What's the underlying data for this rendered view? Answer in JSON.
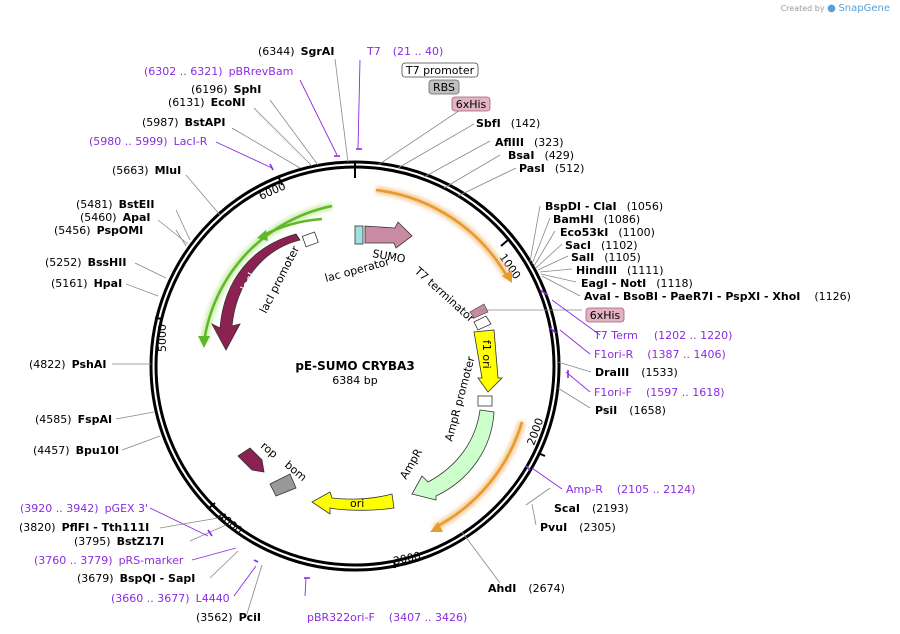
{
  "plasmid": {
    "name": "pE-SUMO CRYBA3",
    "length": "6384 bp"
  },
  "credit": {
    "prefix": "Created by",
    "brand": "SnapGene"
  },
  "ticks": [
    "1000",
    "2000",
    "3000",
    "4000",
    "5000",
    "6000"
  ],
  "sites": {
    "SgrAI": {
      "name": "SgrAI",
      "pos": "(6344)"
    },
    "SphI": {
      "name": "SphI",
      "pos": "(6196)"
    },
    "EcoNI": {
      "name": "EcoNI",
      "pos": "(6131)"
    },
    "BstAPI": {
      "name": "BstAPI",
      "pos": "(5987)"
    },
    "MluI": {
      "name": "MluI",
      "pos": "(5663)"
    },
    "BstEII": {
      "name": "BstEII",
      "pos": "(5481)"
    },
    "ApaI": {
      "name": "ApaI",
      "pos": "(5460)"
    },
    "PspOMI": {
      "name": "PspOMI",
      "pos": "(5456)"
    },
    "BssHII": {
      "name": "BssHII",
      "pos": "(5252)"
    },
    "HpaI": {
      "name": "HpaI",
      "pos": "(5161)"
    },
    "PshAI": {
      "name": "PshAI",
      "pos": "(4822)"
    },
    "FspAI": {
      "name": "FspAI",
      "pos": "(4585)"
    },
    "Bpu10I": {
      "name": "Bpu10I",
      "pos": "(4457)"
    },
    "PflFI": {
      "name": "PflFI - Tth111I",
      "pos": "(3820)"
    },
    "BstZ17I": {
      "name": "BstZ17I",
      "pos": "(3795)"
    },
    "BspQI": {
      "name": "BspQI - SapI",
      "pos": "(3679)"
    },
    "PciI": {
      "name": "PciI",
      "pos": "(3562)"
    },
    "SbfI": {
      "name": "SbfI",
      "pos": "(142)"
    },
    "AflIII": {
      "name": "AflIII",
      "pos": "(323)"
    },
    "BsaI": {
      "name": "BsaI",
      "pos": "(429)"
    },
    "PasI": {
      "name": "PasI",
      "pos": "(512)"
    },
    "BspDI": {
      "name": "BspDI - ClaI",
      "pos": "(1056)"
    },
    "BamHI": {
      "name": "BamHI",
      "pos": "(1086)"
    },
    "Eco53kI": {
      "name": "Eco53kI",
      "pos": "(1100)"
    },
    "SacI": {
      "name": "SacI",
      "pos": "(1102)"
    },
    "SalI": {
      "name": "SalI",
      "pos": "(1105)"
    },
    "HindIII": {
      "name": "HindIII",
      "pos": "(1111)"
    },
    "EagI": {
      "name": "EagI - NotI",
      "pos": "(1118)"
    },
    "AvaI": {
      "name": "AvaI - BsoBI - PaeR7I - PspXI - XhoI",
      "pos": "(1126)"
    },
    "DraIII": {
      "name": "DraIII",
      "pos": "(1533)"
    },
    "PsiI": {
      "name": "PsiI",
      "pos": "(1658)"
    },
    "ScaI": {
      "name": "ScaI",
      "pos": "(2193)"
    },
    "PvuI": {
      "name": "PvuI",
      "pos": "(2305)"
    },
    "AhdI": {
      "name": "AhdI",
      "pos": "(2674)"
    }
  },
  "primers": {
    "T7": {
      "name": "T7",
      "range": "(21 .. 40)"
    },
    "pBRrevBam": {
      "name": "pBRrevBam",
      "range": "(6302 .. 6321)"
    },
    "LacIR": {
      "name": "LacI-R",
      "range": "(5980 .. 5999)"
    },
    "T7Term": {
      "name": "T7 Term",
      "range": "(1202 .. 1220)"
    },
    "F1oriR": {
      "name": "F1ori-R",
      "range": "(1387 .. 1406)"
    },
    "F1oriF": {
      "name": "F1ori-F",
      "range": "(1597 .. 1618)"
    },
    "AmpR": {
      "name": "Amp-R",
      "range": "(2105 .. 2124)"
    },
    "pGEX3": {
      "name": "pGEX 3'",
      "range": "(3920 .. 3942)"
    },
    "pRSmarker": {
      "name": "pRS-marker",
      "range": "(3760 .. 3779)"
    },
    "L4440": {
      "name": "L4440",
      "range": "(3660 .. 3677)"
    },
    "pBR322oriF": {
      "name": "pBR322ori-F",
      "range": "(3407 .. 3426)"
    }
  },
  "boxes": {
    "t7promoter": "T7 promoter",
    "rbs": "RBS",
    "his_top": "6xHis",
    "his_right": "6xHis"
  },
  "features": {
    "sumo": "SUMO",
    "lacop": "lac operator",
    "laci": "lacI",
    "laciprom": "lacI promoter",
    "t7term": "T7 terminator",
    "f1ori": "f1 ori",
    "amprprom": "AmpR promoter",
    "ampr": "AmpR",
    "ori": "ori",
    "rop": "rop",
    "bom": "bom"
  },
  "colors": {
    "primer": "#8a2be2",
    "laci": "#8b2252",
    "sumo": "#c98aa4",
    "f1ori": "#ffff00",
    "ampr": "#ccffcc",
    "ori": "#ffff00",
    "bom": "#999999",
    "his_box": "#e3b3c3",
    "rbs_box": "#c0c0c0",
    "orange_arc": "#e89a2c",
    "green_arc": "#5fb82a"
  }
}
